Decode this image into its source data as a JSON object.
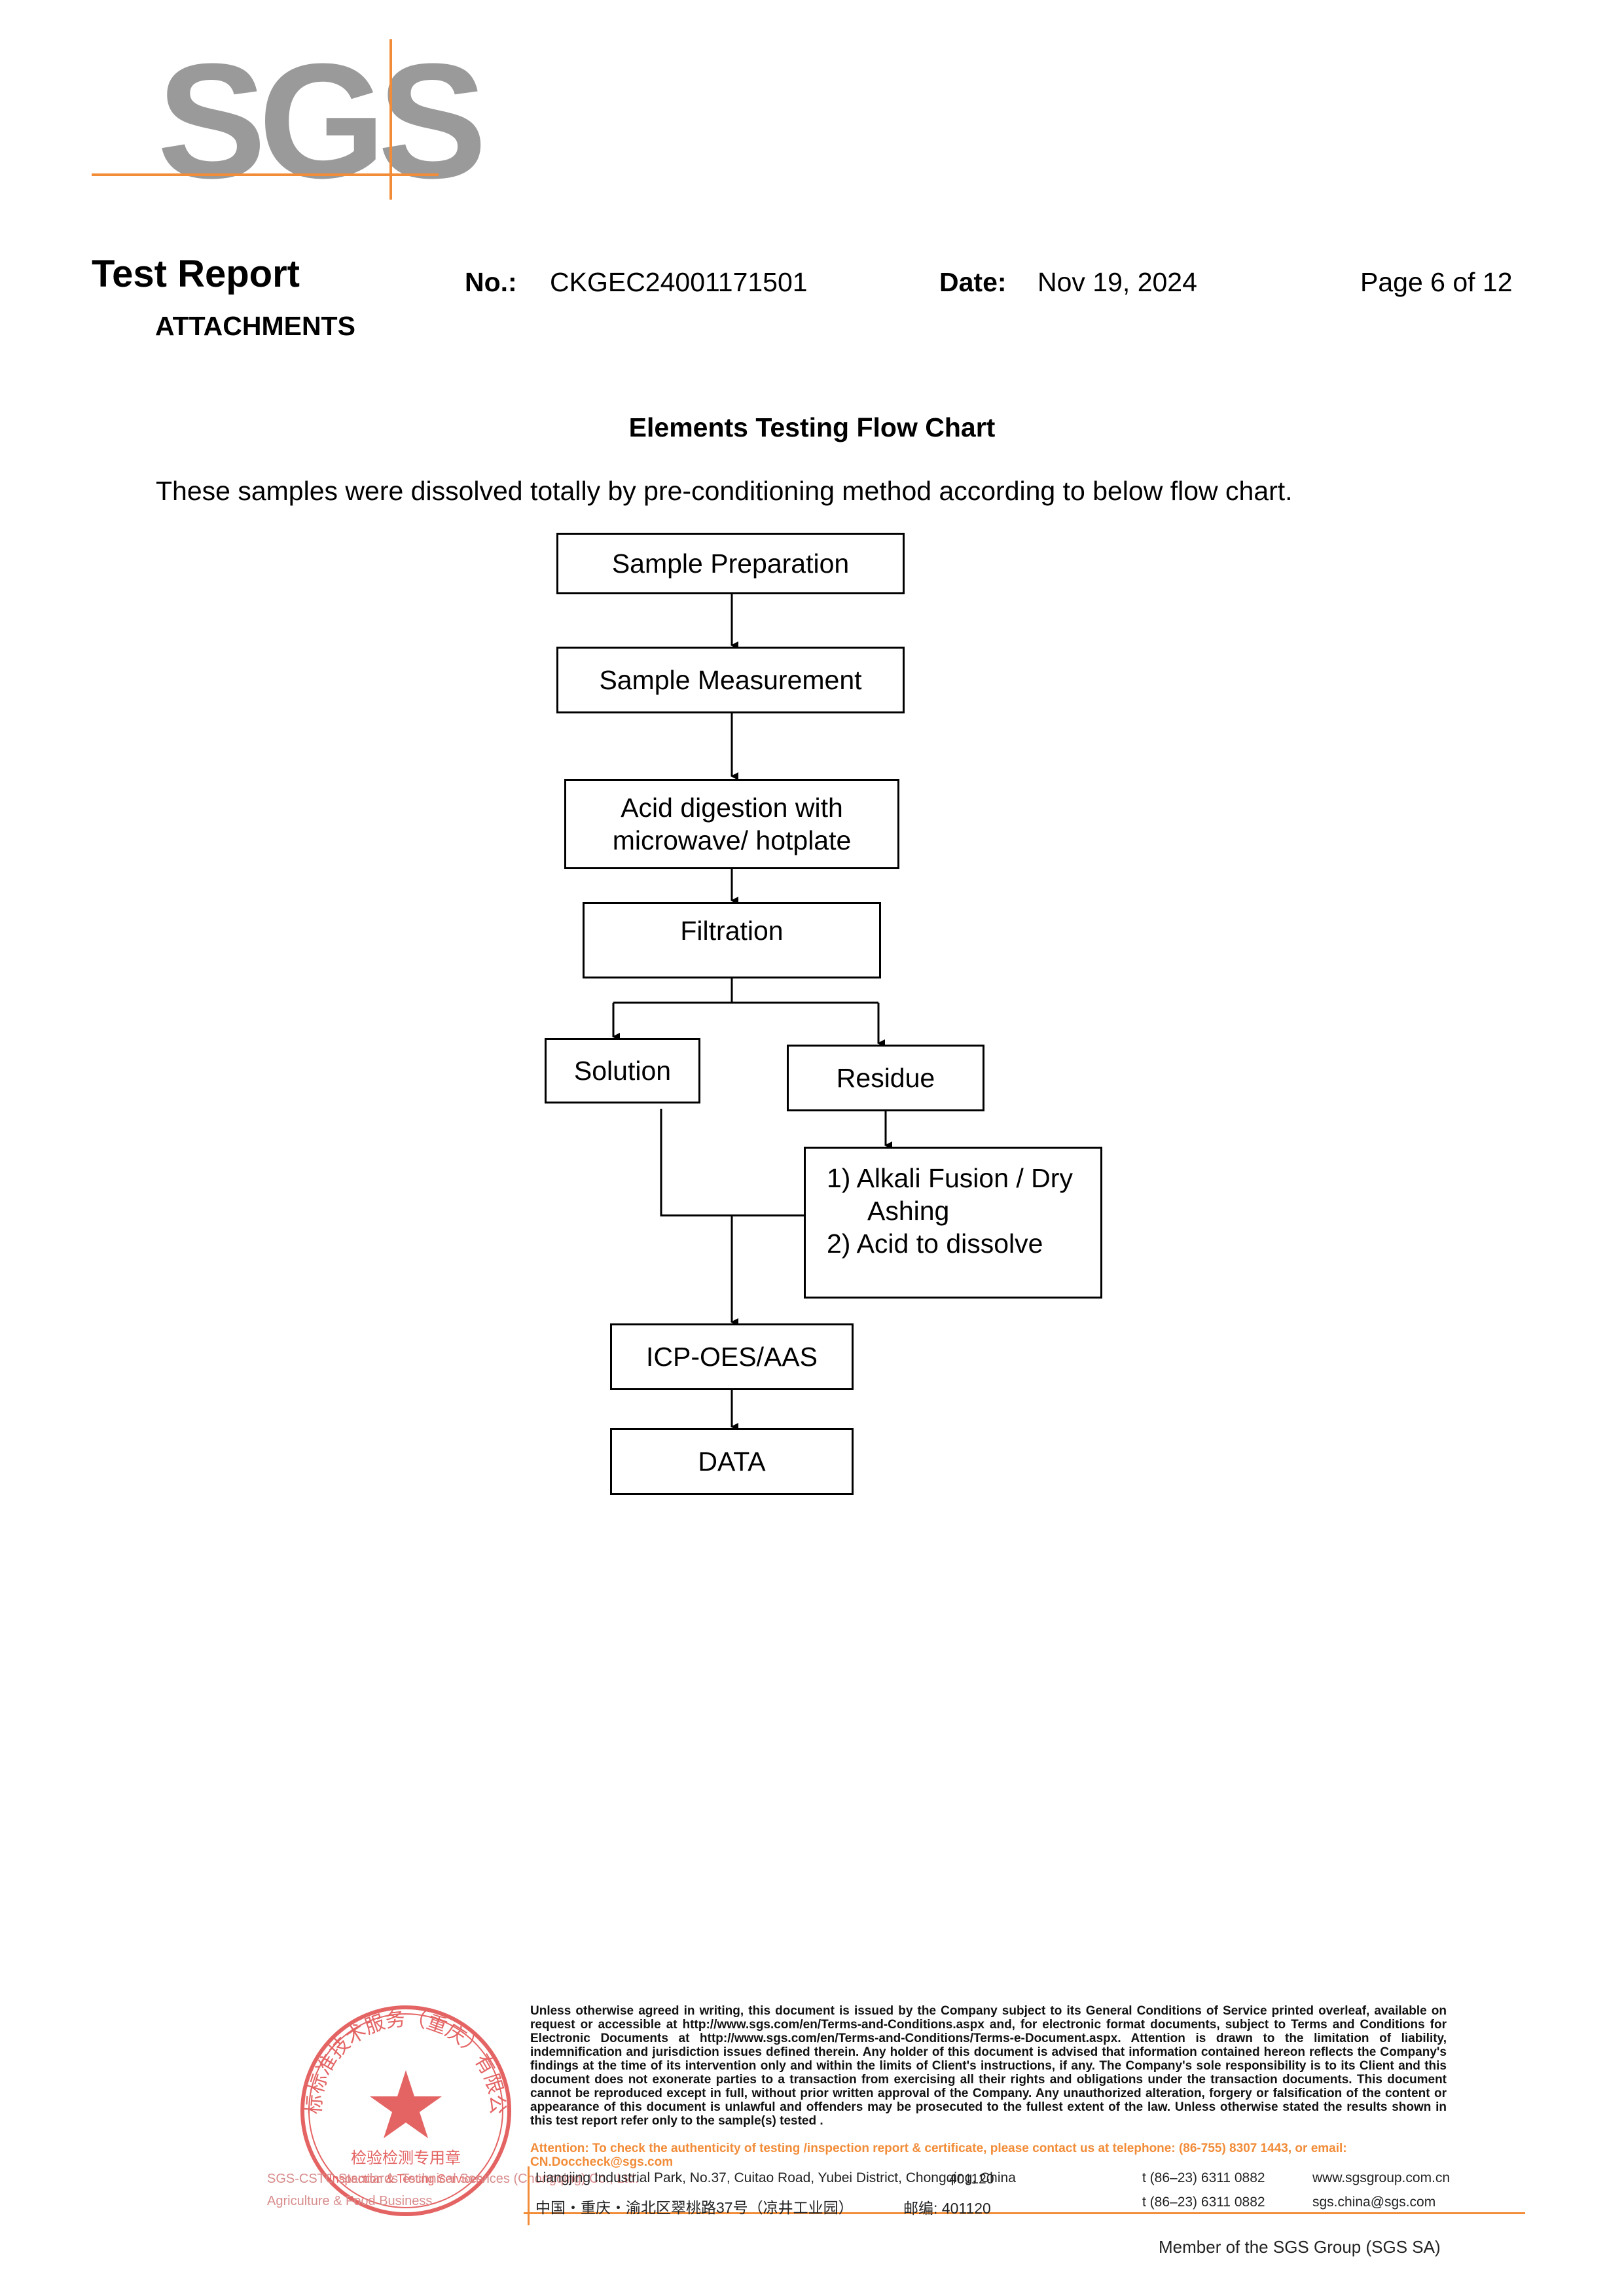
{
  "logo": {
    "text": "SGS",
    "accent_color": "#f28c38",
    "text_color": "#9a9a9a"
  },
  "header": {
    "title": "Test Report",
    "section": "ATTACHMENTS",
    "no_label": "No.:",
    "no_value": "CKGEC24001171501",
    "date_label": "Date:",
    "date_value": "Nov 19, 2024",
    "page": "Page 6 of 12"
  },
  "chart_title": "Elements Testing Flow Chart",
  "intro": "These samples were dissolved totally by pre-conditioning method according to below flow chart.",
  "flow": {
    "prep": "Sample Preparation",
    "measure": "Sample Measurement",
    "digest_line1": "Acid digestion with",
    "digest_line2": "microwave/ hotplate",
    "filtration": "Filtration",
    "solution": "Solution",
    "residue": "Residue",
    "fusion_line1": "1) Alkali Fusion / Dry",
    "fusion_line2": "Ashing",
    "fusion_line3": "2) Acid to dissolve",
    "icp": "ICP-OES/AAS",
    "data": "DATA"
  },
  "footer": {
    "legal": "Unless otherwise agreed in writing, this document is issued by the Company subject to its General Conditions of Service printed overleaf, available on request or accessible at http://www.sgs.com/en/Terms-and-Conditions.aspx and, for electronic format documents, subject to Terms and Conditions for Electronic Documents at http://www.sgs.com/en/Terms-and-Conditions/Terms-e-Document.aspx. Attention is drawn to the limitation of liability, indemnification and jurisdiction issues defined therein. Any holder of this document is advised that information contained hereon reflects the Company's findings at the time of its intervention only and within the limits of Client's instructions, if any. The Company's sole responsibility is to its Client and this document does not exonerate parties to a transaction from exercising all their rights and obligations under the transaction documents. This document cannot be reproduced except in full, without prior written approval of the Company. Any unauthorized alteration, forgery or falsification of the content or appearance of this document is unlawful and offenders may be prosecuted to the fullest extent of the law. Unless otherwise stated the results shown in this test report refer only to the sample(s) tested .",
    "attention": "Attention: To check the authenticity of testing /inspection report & certificate, please contact us at telephone: (86-755) 8307 1443, or email: CN.Doccheck@sgs.com",
    "address_en": "Liangjing Industrial Park, No.37, Cuitao Road, Yubei District, Chongqing, China",
    "zip_en": "401120",
    "address_cn": "中国・重庆・渝北区翠桃路37号（凉井工业园）",
    "zip_cn": "邮编: 401120",
    "tel1": "t (86–23) 6311 0882",
    "tel2": "t (86–23) 6311 0882",
    "web": "www.sgsgroup.com.cn",
    "email": "sgs.china@sgs.com",
    "member": "Member of the SGS Group (SGS SA)",
    "stamp_company1": "SGS-CSTC Standards Technical Services (Chongqing) Co., Ltd.",
    "stamp_company2": "Agriculture & Food Business",
    "stamp_text_cn": "通标标准技术服务（重庆）有限公司",
    "stamp_label_cn": "检验检测专用章",
    "stamp_label_en": "Inspection & Testing Services",
    "stamp_color": "#e04a4a"
  }
}
